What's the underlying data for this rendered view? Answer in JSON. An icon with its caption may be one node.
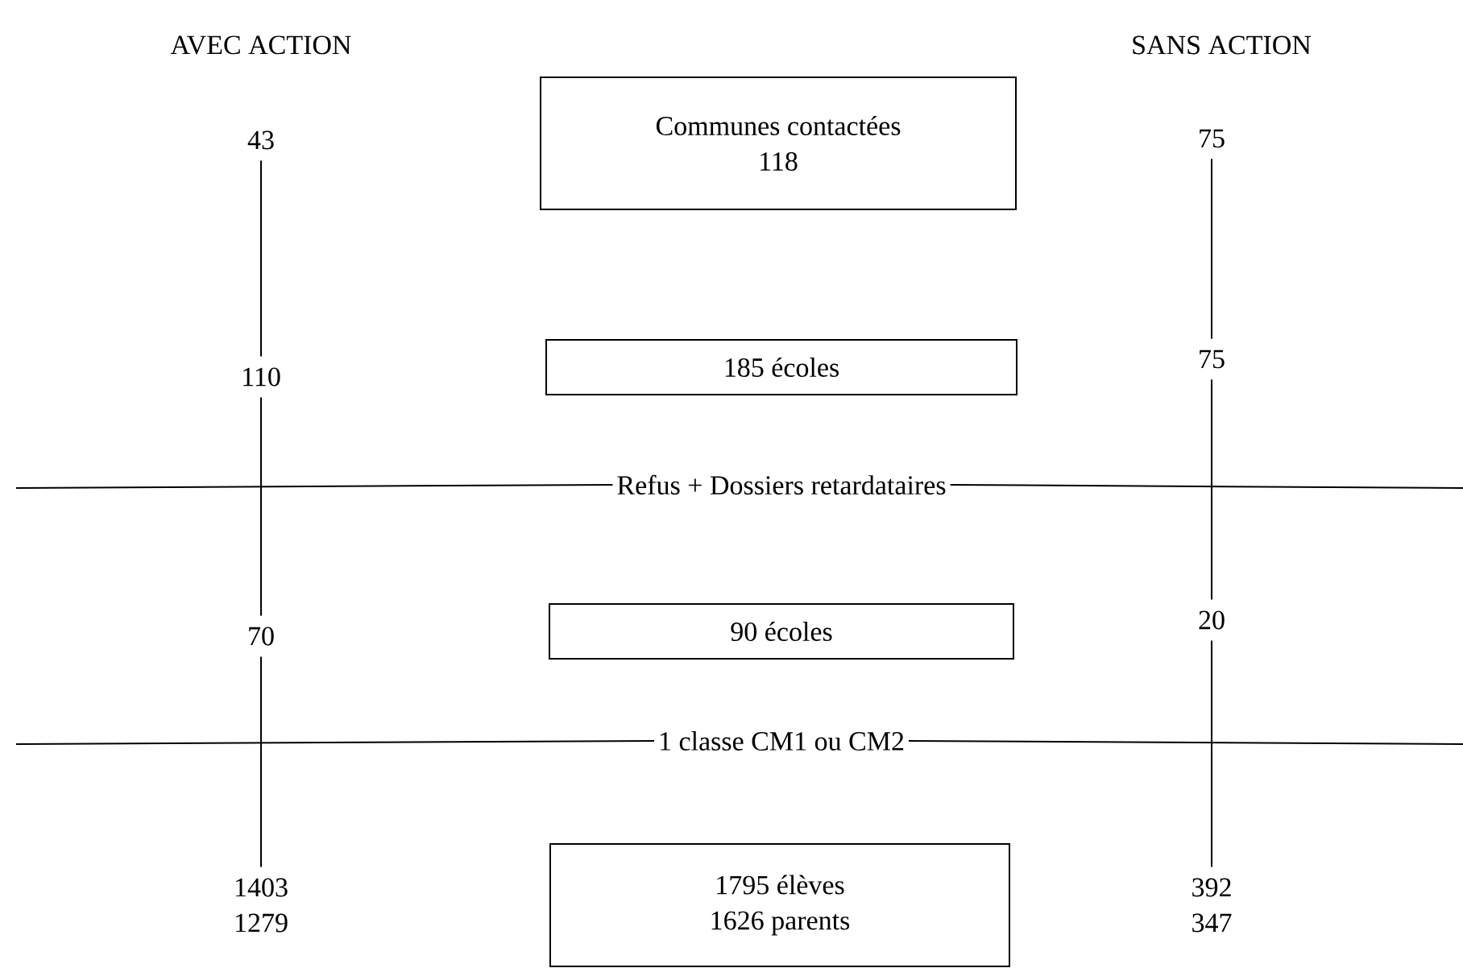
{
  "diagram": {
    "nodes": [
      {
        "text": [
          "Communes contactées",
          "118"
        ]
      },
      {
        "text": [
          "43"
        ]
      },
      {
        "text": [
          "75"
        ]
      },
      {
        "text": [
          "185 écoles"
        ]
      },
      {
        "text": [
          "110"
        ]
      },
      {
        "text": [
          "75"
        ]
      },
      {
        "text": [
          "Refus + Dossiers retardataires"
        ]
      },
      {
        "text": [
          "90 écoles"
        ]
      },
      {
        "text": [
          "70"
        ]
      },
      {
        "text": [
          "20"
        ]
      },
      {
        "text": [
          "1 classe CM1 ou CM2"
        ]
      },
      {
        "text": [
          "1795  élèves",
          "1626  parents"
        ]
      },
      {
        "text": [
          "1403",
          "1279"
        ]
      },
      {
        "text": [
          "392",
          "347"
        ]
      }
    ],
    "edges": [
      {
        "from": 1,
        "to": 4,
        "arrow": "none"
      },
      {
        "from": 4,
        "to": 8,
        "arrow": "none"
      },
      {
        "from": 8,
        "to": 12,
        "arrow": "none"
      },
      {
        "from": 2,
        "to": 5,
        "arrow": "none"
      },
      {
        "from": 5,
        "to": 9,
        "arrow": "none"
      },
      {
        "from": 9,
        "to": 13,
        "arrow": "none"
      },
      {
        "from": null,
        "to": 6,
        "arrow": "none"
      },
      {
        "from": 6,
        "to": null,
        "arrow": "none"
      },
      {
        "from": null,
        "to": 10,
        "arrow": "none"
      },
      {
        "from": 10,
        "to": null,
        "arrow": "none"
      }
    ],
    "labels": [
      "AVEC ACTION",
      "SANS ACTION"
    ]
  }
}
